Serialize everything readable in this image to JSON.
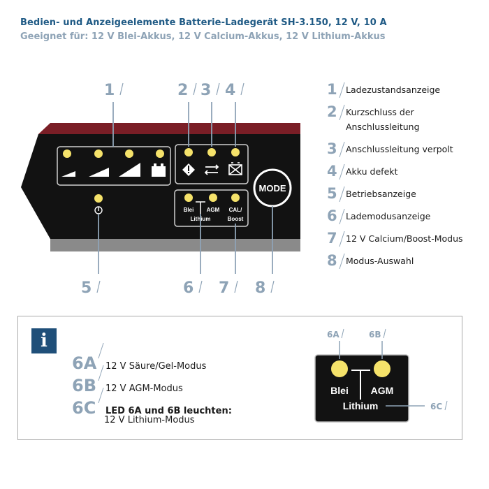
{
  "header": {
    "title": "Bedien- und Anzeigeelemente Batterie-Ladegerät SH-3.150, 12 V, 10 A",
    "subtitle": "Geeignet für: 12 V Blei-Akkus, 12 V Calcium-Akkus, 12 V Lithium-Akkus"
  },
  "panel": {
    "callouts_top": [
      "1",
      "2",
      "3",
      "4"
    ],
    "callouts_bottom": [
      "5",
      "6",
      "7",
      "8"
    ],
    "mode_button_label": "MODE",
    "led_labels": {
      "blei": "Blei",
      "agm": "AGM",
      "lithium": "Lithium",
      "cal": "CAL/",
      "boost": "Boost"
    },
    "colors": {
      "body": "#111111",
      "stripe": "#7a1e26",
      "base": "#8a8a8a",
      "led": "#f5e26a",
      "callout": "#8ea3b6"
    }
  },
  "legend": [
    {
      "num": "1",
      "text": "Ladezustandsanzeige"
    },
    {
      "num": "2",
      "text": "Kurzschluss der Anschlussleitung"
    },
    {
      "num": "3",
      "text": "Anschlussleitung verpolt"
    },
    {
      "num": "4",
      "text": "Akku defekt"
    },
    {
      "num": "5",
      "text": "Betriebsanzeige"
    },
    {
      "num": "6",
      "text": "Lademodusanzeige"
    },
    {
      "num": "7",
      "text": "12 V Calcium/Boost-Modus"
    },
    {
      "num": "8",
      "text": "Modus-Auswahl"
    }
  ],
  "info": {
    "icon": "i",
    "modes": [
      {
        "code": "6A",
        "text": "12 V Säure/Gel-Modus"
      },
      {
        "code": "6B",
        "text": "12 V AGM-Modus"
      },
      {
        "code": "6C",
        "text": "LED 6A und 6B leuchten:",
        "sub": "12 V Lithium-Modus"
      }
    ],
    "detail": {
      "label_a": "6A",
      "label_b": "6B",
      "label_c": "6C",
      "blei": "Blei",
      "agm": "AGM",
      "lithium": "Lithium"
    }
  }
}
